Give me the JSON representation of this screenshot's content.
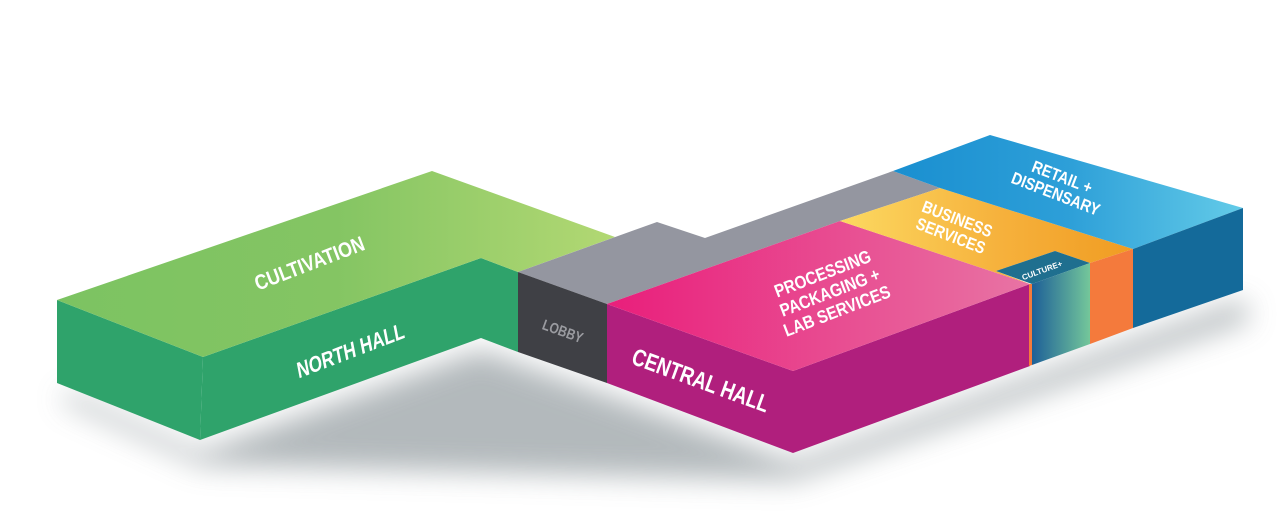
{
  "diagram": {
    "zones": [
      {
        "id": "cultivation",
        "label": "CULTIVATION"
      },
      {
        "id": "north-hall",
        "label": "NORTH HALL"
      },
      {
        "id": "lobby",
        "label": "LOBBY"
      },
      {
        "id": "central-hall",
        "label": "CENTRAL HALL"
      },
      {
        "id": "processing",
        "lines": [
          "PROCESSING",
          "PACKAGING +",
          "LAB SERVICES"
        ]
      },
      {
        "id": "business",
        "lines": [
          "BUSINESS",
          "SERVICES"
        ]
      },
      {
        "id": "retail",
        "lines": [
          "RETAIL +",
          "DISPENSARY"
        ]
      },
      {
        "id": "culture",
        "label": "CULTURE+"
      }
    ],
    "colors": {
      "green_top": "#84c563",
      "green_side": "#2fa36b",
      "gray_top": "#9496a0",
      "lobby_side": "#3f4045",
      "pink_top": "#e91e7b",
      "central_side": "#b01f7d",
      "business_top": "#f5a623",
      "orange_side": "#f47a3c",
      "retail_top": "#1a8fd0",
      "retail_side": "#146a9a"
    }
  }
}
